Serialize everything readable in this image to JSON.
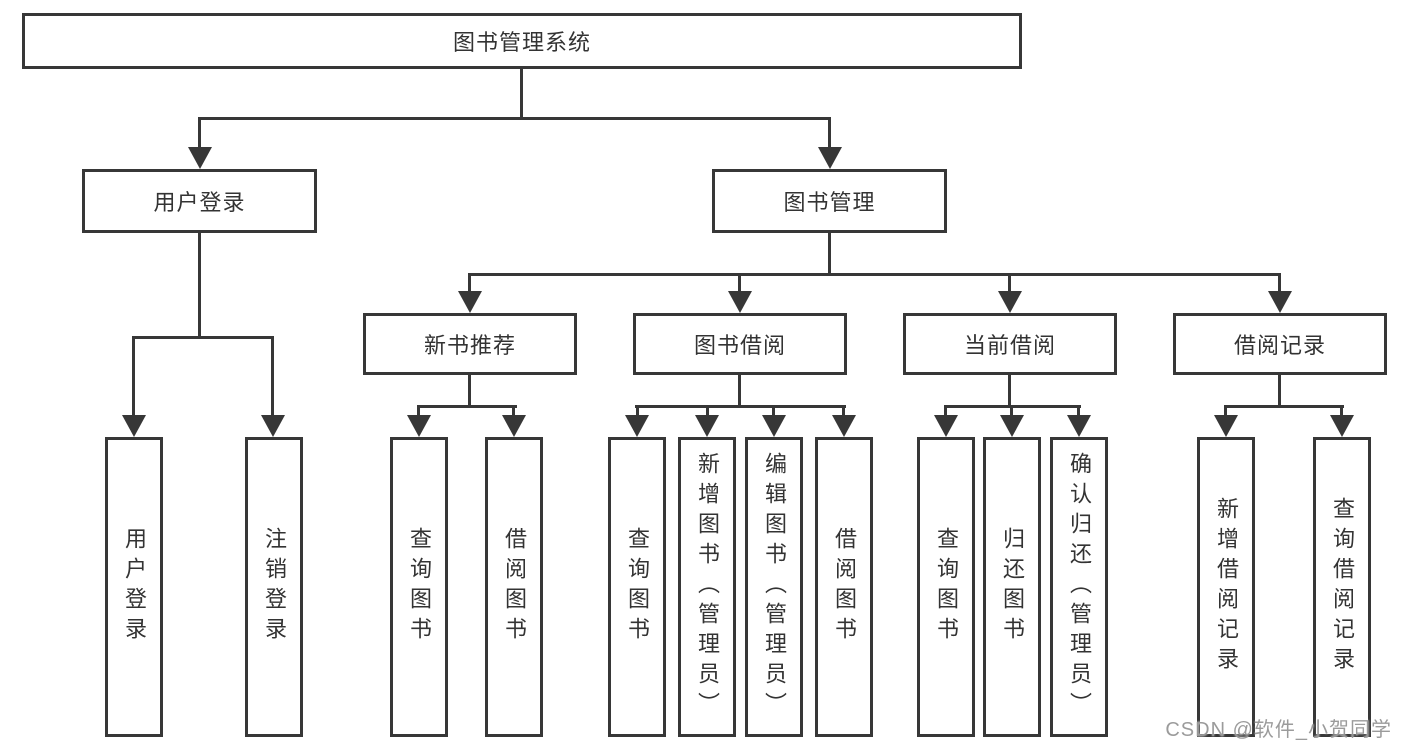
{
  "watermark": "CSDN @软件_小贺同学",
  "colors": {
    "line": "#373737",
    "text": "#333333",
    "background": "#ffffff",
    "watermark": "#969696"
  },
  "tree": {
    "label": "图书管理系统",
    "children": [
      {
        "label": "用户登录",
        "children": [
          {
            "label": "用户登录"
          },
          {
            "label": "注销登录"
          }
        ]
      },
      {
        "label": "图书管理",
        "children": [
          {
            "label": "新书推荐",
            "children": [
              {
                "label": "查询图书"
              },
              {
                "label": "借阅图书"
              }
            ]
          },
          {
            "label": "图书借阅",
            "children": [
              {
                "label": "查询图书"
              },
              {
                "label": "新增图书（管理员）"
              },
              {
                "label": "编辑图书（管理员）"
              },
              {
                "label": "借阅图书"
              }
            ]
          },
          {
            "label": "当前借阅",
            "children": [
              {
                "label": "查询图书"
              },
              {
                "label": "归还图书"
              },
              {
                "label": "确认归还（管理员）"
              }
            ]
          },
          {
            "label": "借阅记录",
            "children": [
              {
                "label": "新增借阅记录"
              },
              {
                "label": "查询借阅记录"
              }
            ]
          }
        ]
      }
    ]
  }
}
